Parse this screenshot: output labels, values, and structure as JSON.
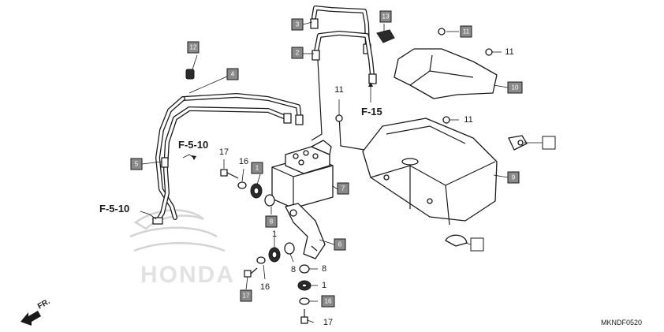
{
  "diagram": {
    "code": "MKNDF0520",
    "front_label": "FR.",
    "watermark": "HONDA",
    "references": [
      "F-5-10",
      "F-5-10",
      "F-15"
    ],
    "callouts": {
      "c1": "1",
      "c2": "2",
      "c3": "3",
      "c4": "4",
      "c5": "5",
      "c6": "6",
      "c7": "7",
      "c8": "8",
      "c9": "9",
      "c10": "10",
      "c11": "11",
      "c12": "12",
      "c13": "13",
      "c16": "16",
      "c17": "17"
    },
    "numbers": {
      "n1a": "1",
      "n1b": "1",
      "n8a": "8",
      "n8b": "8",
      "n11a": "11",
      "n11b": "11",
      "n11c": "11",
      "n16a": "16",
      "n16b": "16",
      "n17a": "17",
      "n17b": "17"
    }
  }
}
